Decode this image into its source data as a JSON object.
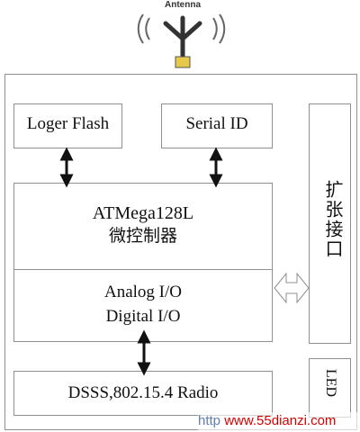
{
  "antenna": {
    "label": "Antenna"
  },
  "blocks": {
    "loger_flash": "Loger Flash",
    "serial_id": "Serial ID",
    "mcu_name": "ATMega128L",
    "mcu_desc": "微控制器",
    "analog_io": "Analog I/O",
    "digital_io": "Digital I/O",
    "radio": "DSSS,802.15.4 Radio",
    "expansion": "扩张接口",
    "led": "LED"
  },
  "watermark": {
    "prefix": "http",
    "text": "www.55dianzi.com"
  },
  "colors": {
    "border": "#8f8f8f",
    "arrow": "#111111",
    "watermark": "#d40000",
    "antenna_base": "#e6c94a"
  }
}
